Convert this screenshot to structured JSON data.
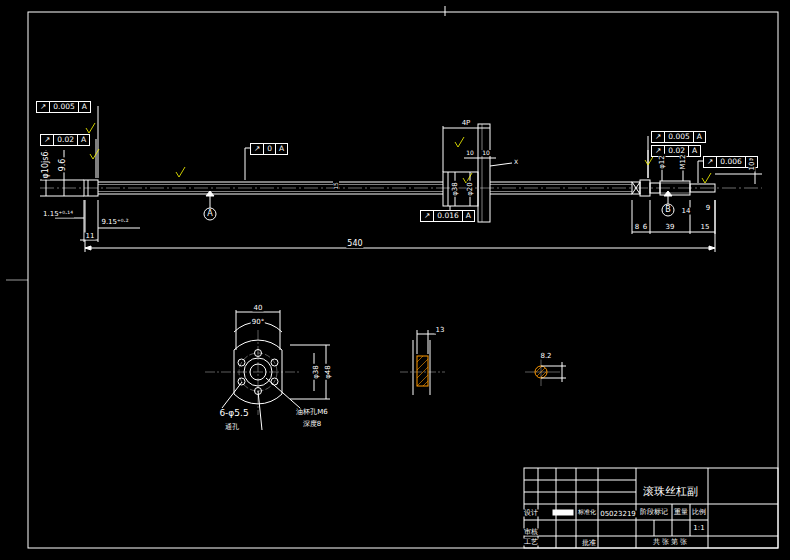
{
  "diagram": {
    "nodes": [
      {
        "text": [
          "↗",
          "0.005",
          "A"
        ]
      },
      {
        "text": [
          "↗",
          "0.02",
          "A"
        ]
      },
      {
        "text": [
          "↗",
          "0",
          "A"
        ]
      },
      {
        "text": [
          "↗",
          "0.016",
          "A"
        ]
      },
      {
        "text": [
          "↗",
          "0.005",
          "A"
        ]
      },
      {
        "text": [
          "↗",
          "0.02",
          "A"
        ]
      },
      {
        "text": [
          "↗",
          "0.006",
          "B"
        ]
      }
    ],
    "labels": [
      "φ10js6",
      "9.6",
      "1.15⁺⁰·¹⁴",
      "9.15⁺⁰·²",
      "11",
      "540",
      "15",
      "A",
      "4P",
      "10",
      "10",
      "φ38",
      "φ20",
      "X",
      "φ12",
      "M12",
      "10",
      "B",
      "8",
      "6",
      "39",
      "14",
      "15",
      "9",
      "40",
      "90°",
      "φ48",
      "φ38",
      "6-φ5.5",
      "通孔",
      "油杯孔M6",
      "深度8",
      "13",
      "8.2",
      "滚珠丝杠副",
      "05023219",
      "阶段标记",
      "重量",
      "比例",
      "1:1",
      "共 张 第 张",
      "设计",
      "审核",
      "工艺",
      "批准",
      "标准化"
    ]
  }
}
